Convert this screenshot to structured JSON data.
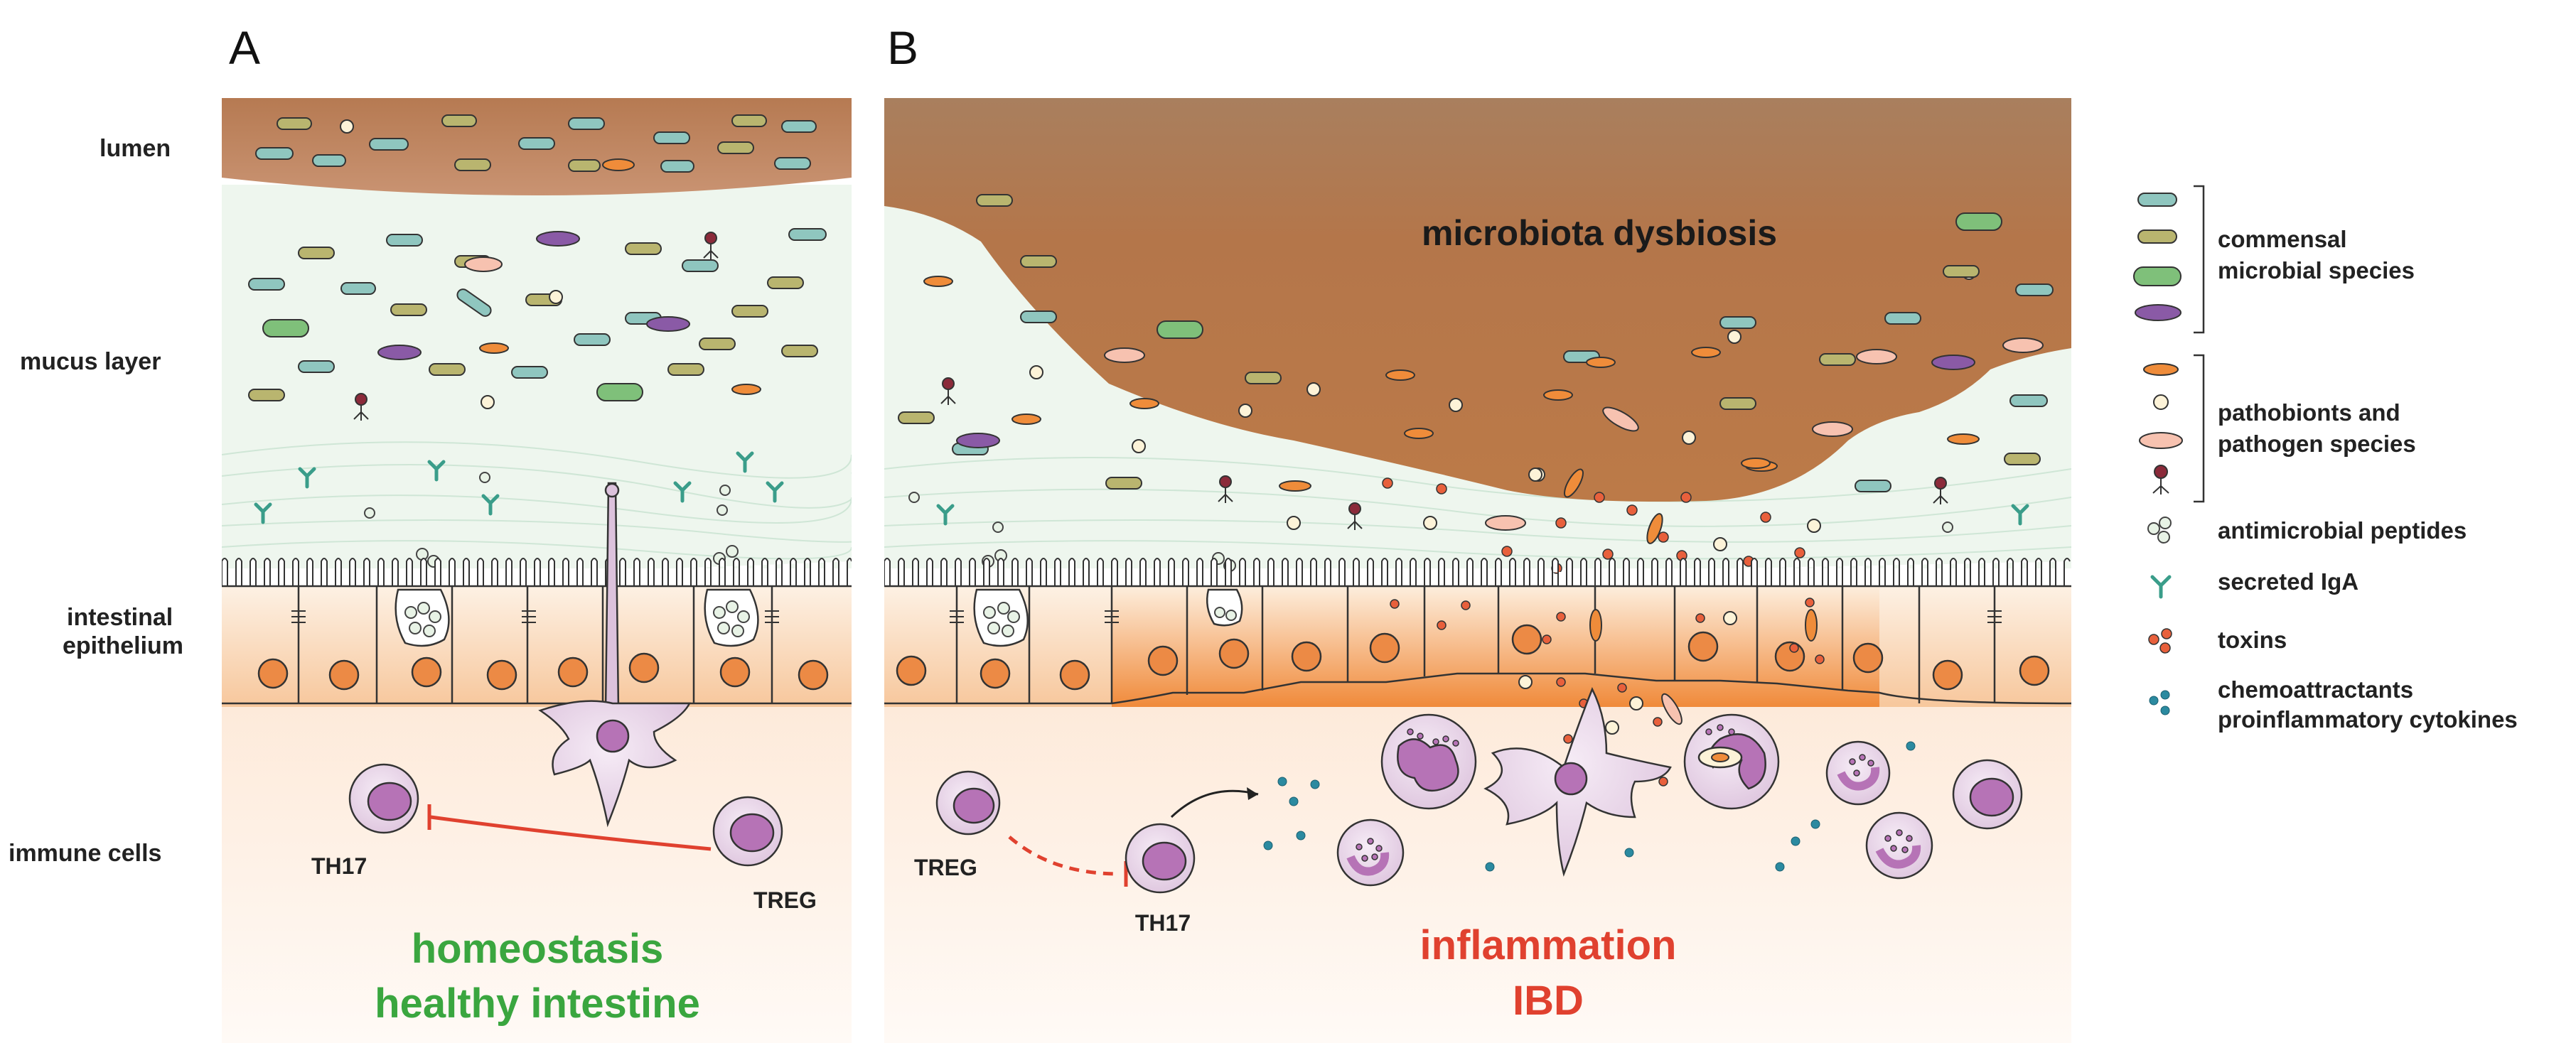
{
  "panels": {
    "a": {
      "letter": "A",
      "outcome_line1": "homeostasis",
      "outcome_line2": "healthy intestine",
      "th17_label": "TH17",
      "treg_label": "TREG"
    },
    "b": {
      "letter": "B",
      "dysbiosis_label": "microbiota dysbiosis",
      "outcome_line1": "inflammation",
      "outcome_line2": "IBD",
      "th17_label": "TH17",
      "treg_label": "TREG"
    }
  },
  "layers": {
    "lumen": "lumen",
    "mucus": "mucus layer",
    "epithelium_line1": "intestinal",
    "epithelium_line2": "epithelium",
    "immune": "immune cells"
  },
  "legend": {
    "commensal_line1": "commensal",
    "commensal_line2": "microbial species",
    "pathobionts_line1": "pathobionts and",
    "pathobionts_line2": "pathogen species",
    "amp": "antimicrobial peptides",
    "iga": "secreted IgA",
    "toxins": "toxins",
    "chemo_line1": "chemoattractants",
    "chemo_line2": "proinflammatory cytokines"
  },
  "colors": {
    "lumen_brown": "#b87a52",
    "mucus_green": "#eef6ee",
    "epithelium_peach": "#fbe1c8",
    "inflamed_orange": "#f39a52",
    "immune_zone": "#fdf0e6",
    "bacteria_teal": "#8fc6bf",
    "bacteria_olive": "#b9b56f",
    "bacteria_green": "#7fc07a",
    "bacteria_purple": "#8a5aa6",
    "pathobiont_orange": "#ef8c3a",
    "toxin": "#e8603c",
    "cytokine": "#2b8aa0",
    "iga": "#3a9d8a",
    "immune_cell": "#e6cfe6",
    "nucleus": "#b673b6",
    "inhibit_arrow": "#e0412f"
  },
  "icons": [
    "rod-bacterium-icon",
    "coccus-bacterium-icon",
    "flagellated-pathogen-icon",
    "bacteriophage-icon",
    "antimicrobial-peptide-icon",
    "iga-antibody-icon",
    "toxin-icon",
    "cytokine-icon",
    "dendritic-cell-icon",
    "t-cell-icon",
    "neutrophil-icon",
    "inhibition-arrow-icon"
  ]
}
